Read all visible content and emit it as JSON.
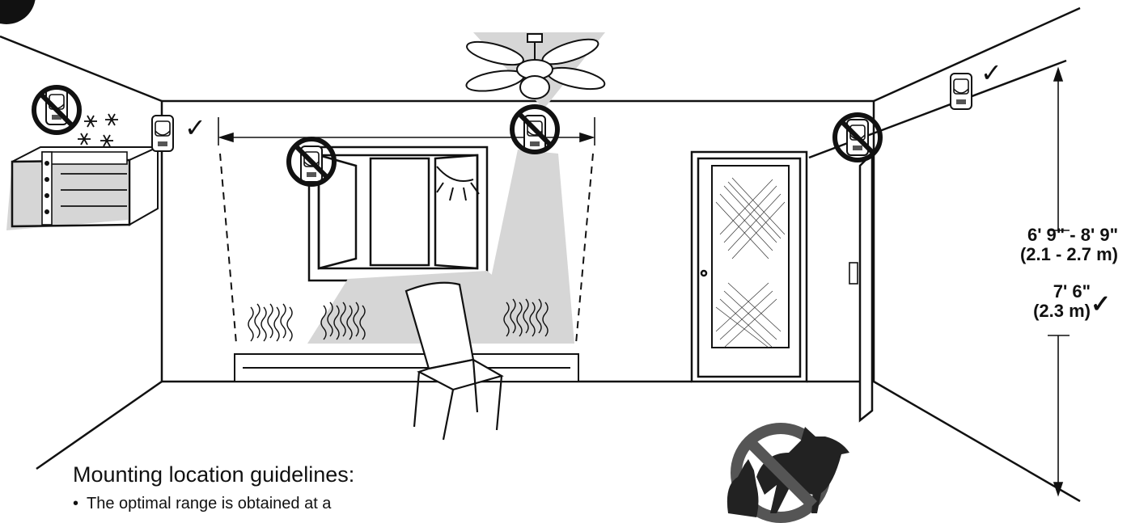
{
  "guidelines": {
    "title": "Mounting location guidelines:",
    "bullet_1": "The optimal range is obtained at a"
  },
  "dimensions": {
    "range_ft": "6' 9\" - 8' 9\"",
    "range_m": "(2.1 - 2.7 m)",
    "optimal_ft": "7' 6\"",
    "optimal_m": "(2.3 m)",
    "optimal_mark": "✓"
  },
  "marks": {
    "check": "✓"
  },
  "icons": [
    "step-badge-icon",
    "motion-sensor-icon",
    "prohibited-icon",
    "checkmark-icon",
    "ceiling-fan-icon",
    "sun-icon",
    "snowflake-icon",
    "heat-wave-icon",
    "pets-icon"
  ],
  "colors": {
    "line": "#111111",
    "shade": "#d6d6d6",
    "background": "#ffffff"
  }
}
